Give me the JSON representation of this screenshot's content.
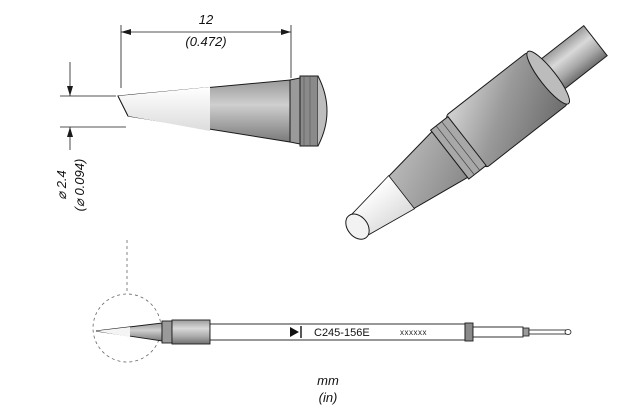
{
  "dimensions": {
    "length_mm": "12",
    "length_in": "(0.472)",
    "diameter_mm": "⌀ 2.4",
    "diameter_in": "(⌀ 0.094)"
  },
  "part": {
    "code": "C245-156E",
    "marking": "xxxxxx"
  },
  "units": {
    "primary": "mm",
    "secondary": "(in)"
  },
  "colors": {
    "outline": "#1a1a1a",
    "body_dark": "#8f8f8f",
    "body_mid": "#b9b9b9",
    "tip_light": "#f4f4f4"
  }
}
